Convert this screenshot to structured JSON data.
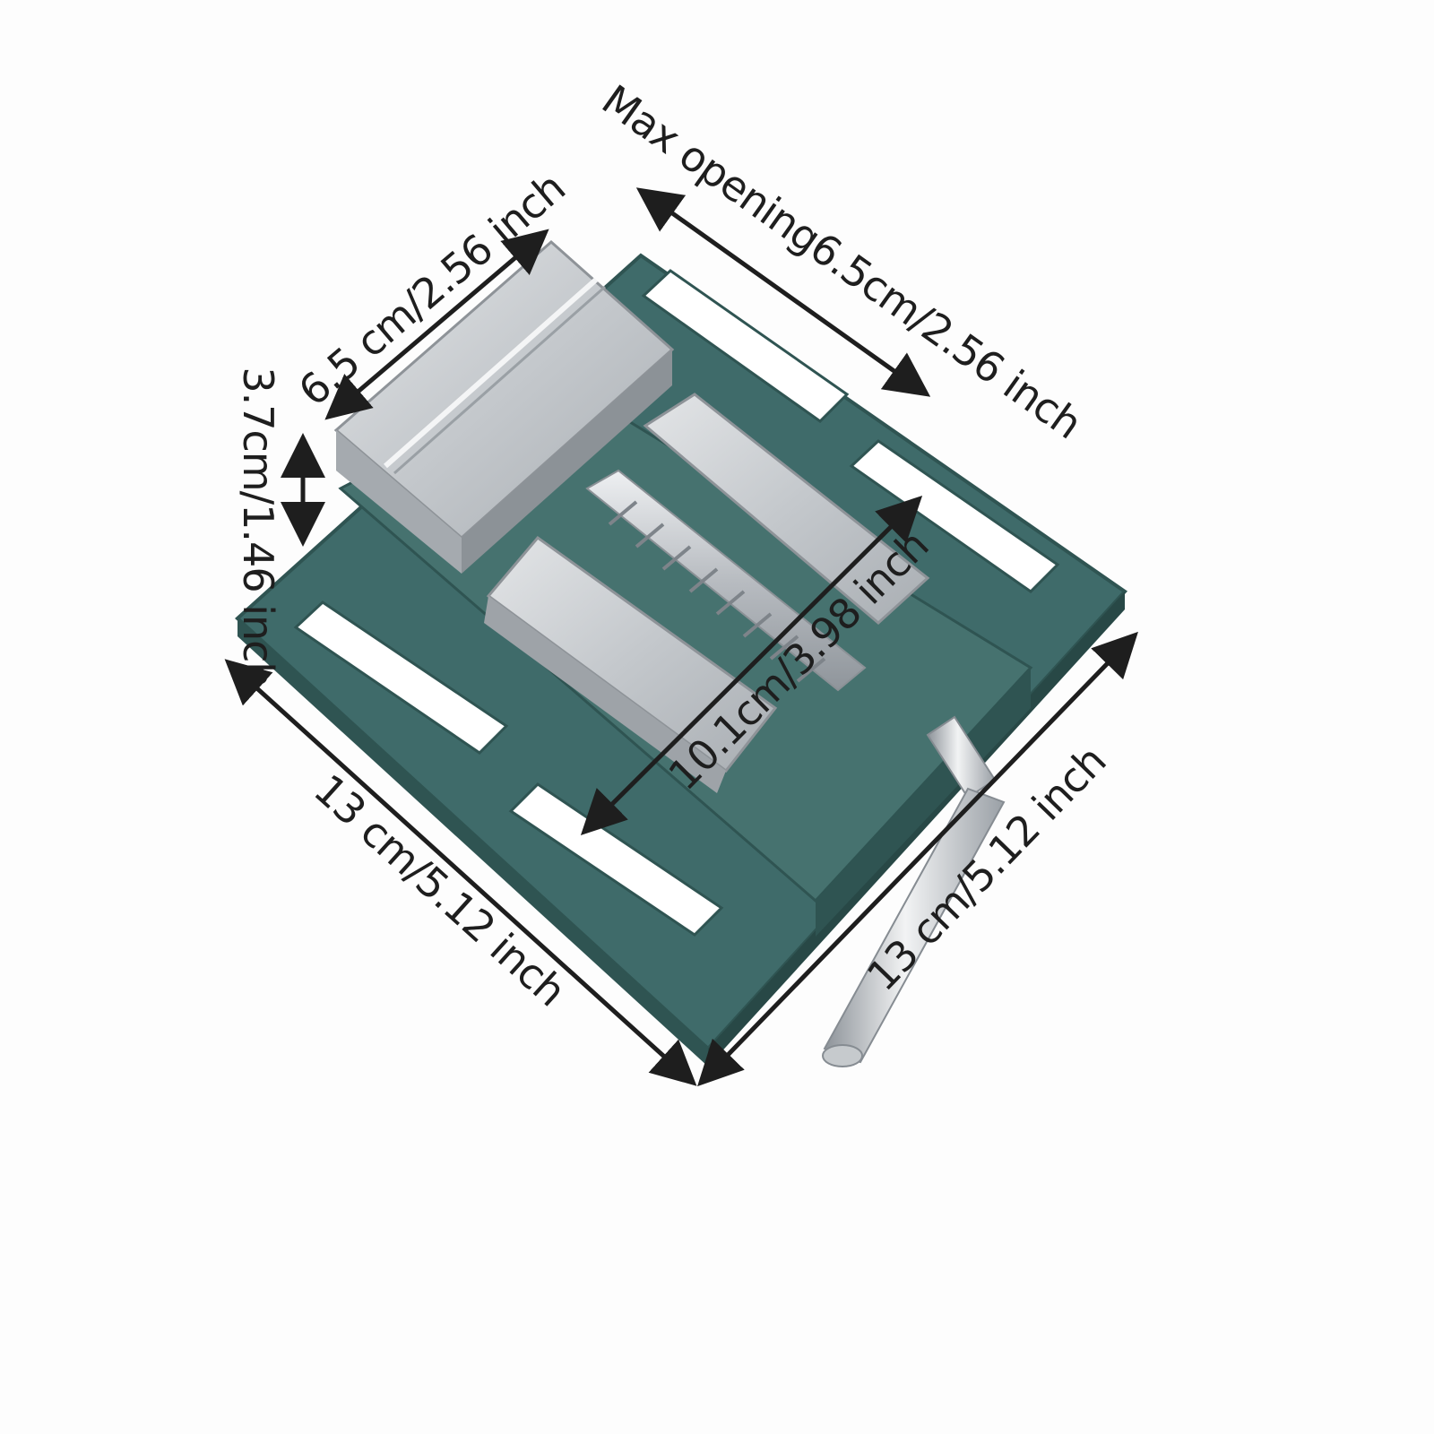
{
  "dimensions": {
    "max_opening": "Max opening6.5cm/2.56 inch",
    "jaw_width": "6.5 cm/2.56 inch",
    "jaw_height": "3.7cm/1.46 inch",
    "overall_length": "10.1cm/3.98 inch",
    "base_length": "13 cm/5.12 inch",
    "base_width": "13 cm/5.12 inch"
  },
  "colors": {
    "body": "#3f6b6a",
    "body_dark": "#2f5452",
    "steel": "#c9cccf",
    "steel_dark": "#9ea3a8",
    "arrow": "#1e1e1e"
  }
}
